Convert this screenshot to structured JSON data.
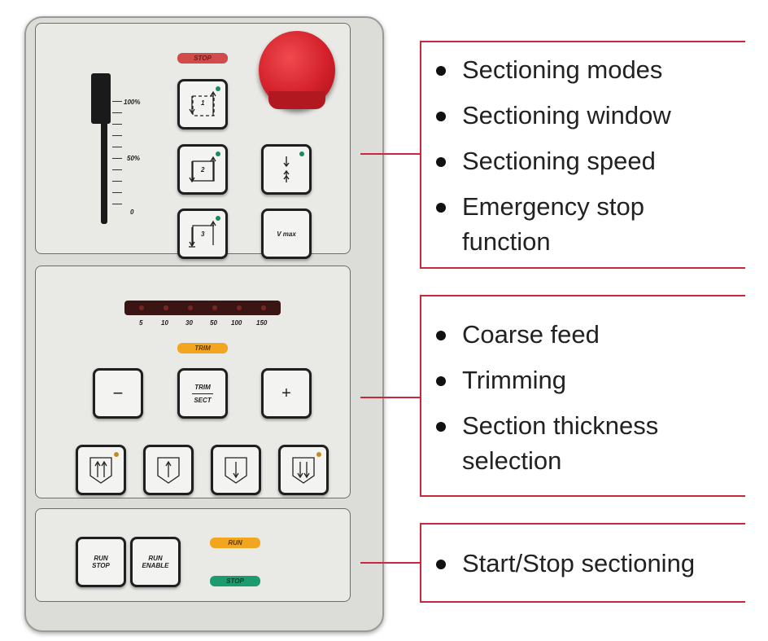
{
  "panel": {
    "top_section": {
      "stop_indicator": "STOP",
      "slider_scale": [
        "100%",
        "50%",
        "0"
      ],
      "mode_buttons": [
        {
          "number": "1"
        },
        {
          "number": "2"
        },
        {
          "number": "3"
        }
      ],
      "vmax_label": "V max"
    },
    "middle_section": {
      "speed_scale": [
        "5",
        "10",
        "30",
        "50",
        "100",
        "150"
      ],
      "trim_indicator": "TRIM",
      "minus_label": "−",
      "trim_sect_top": "TRIM",
      "trim_sect_bottom": "SECT",
      "plus_label": "+"
    },
    "bottom_section": {
      "run_stop_label": "RUN\nSTOP",
      "run_enable_label": "RUN\nENABLE",
      "run_indicator": "RUN",
      "stop_indicator": "STOP"
    }
  },
  "callouts": [
    {
      "items": [
        "Sectioning modes",
        "Sectioning window",
        "Sectioning speed",
        "Emergency stop function"
      ]
    },
    {
      "items": [
        "Coarse feed",
        "Trimming",
        "Section thickness selection"
      ]
    },
    {
      "items": [
        "Start/Stop sectioning"
      ]
    }
  ],
  "colors": {
    "callout_border": "#c8283c",
    "emergency_button": "#d3202a",
    "stop_pill": "#d24b4b",
    "trim_pill": "#f2a51f",
    "run_pill": "#f2a51f",
    "stop_green_pill": "#1c9c6e",
    "led": "#1a8a5a"
  }
}
